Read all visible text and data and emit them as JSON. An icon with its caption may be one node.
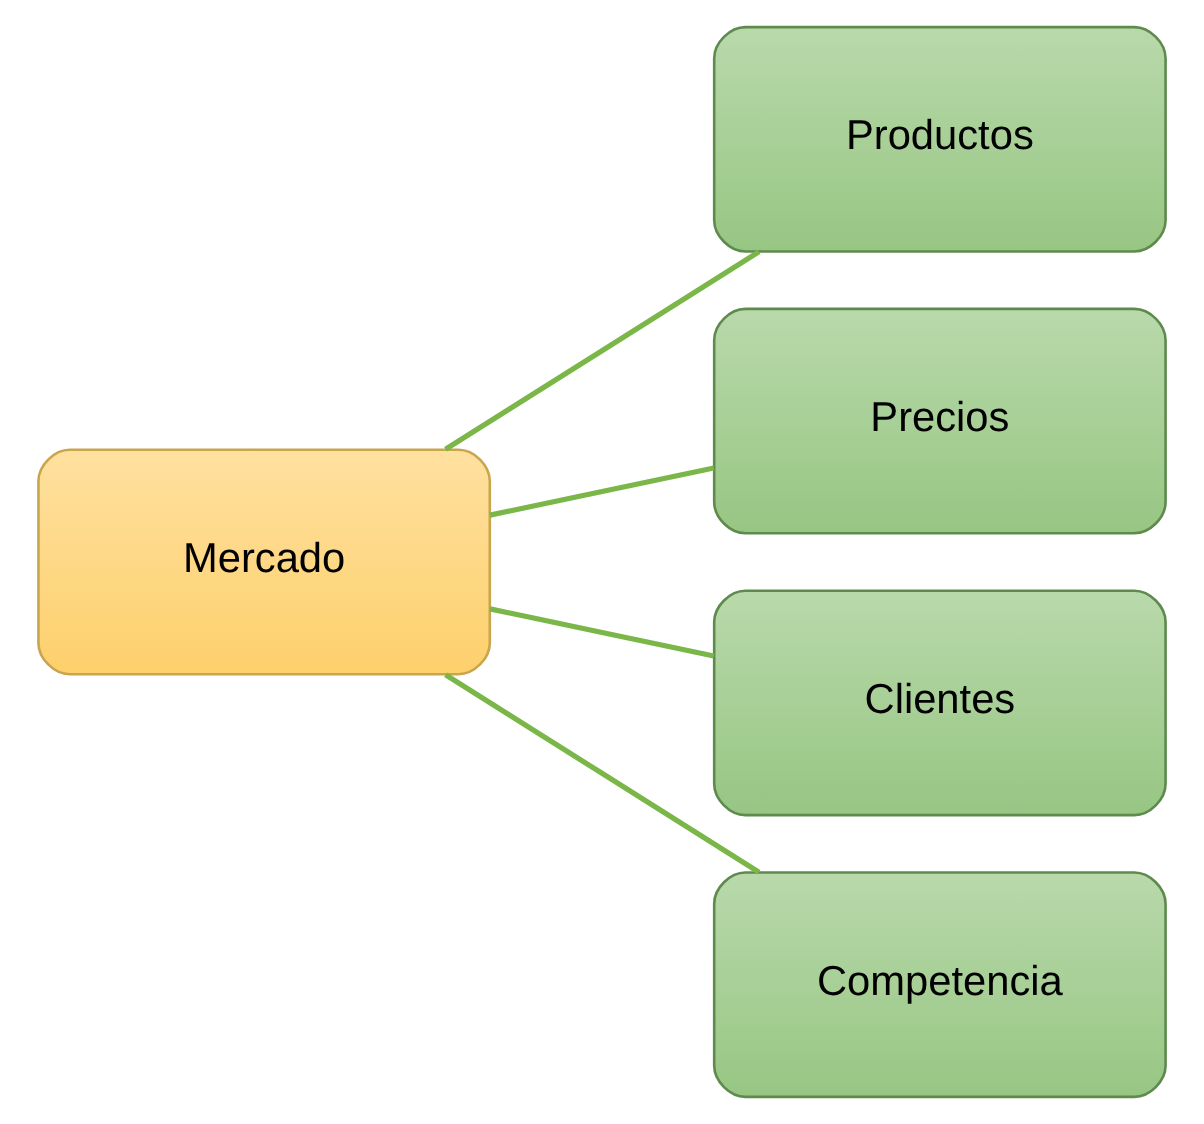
{
  "diagram": {
    "nodes": [
      {
        "text": [
          "Mercado"
        ]
      },
      {
        "text": [
          "Productos"
        ]
      },
      {
        "text": [
          "Precios"
        ]
      },
      {
        "text": [
          "Clientes"
        ]
      },
      {
        "text": [
          "Competencia"
        ]
      }
    ],
    "edges": [
      {
        "from": 0,
        "to": 1,
        "arrow": "none"
      },
      {
        "from": 0,
        "to": 2,
        "arrow": "none"
      },
      {
        "from": 0,
        "to": 3,
        "arrow": "none"
      },
      {
        "from": 0,
        "to": 4,
        "arrow": "none"
      }
    ]
  }
}
